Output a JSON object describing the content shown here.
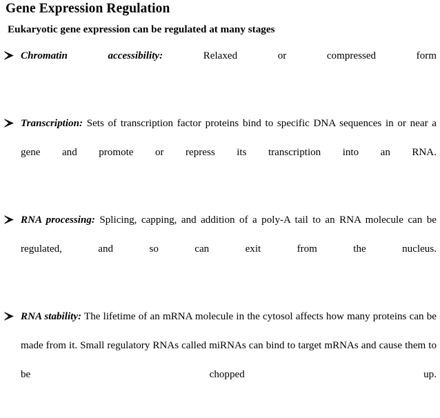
{
  "slide": {
    "title": "Gene Expression Regulation",
    "subtitle": "Eukaryotic gene expression can be regulated at many stages",
    "bullet_glyph": "arrow-head-right",
    "text_color": "#000000",
    "background_color": "#ffffff",
    "bullets": [
      {
        "lead_in": "Chromatin accessibility:",
        "text": " Relaxed or compressed form"
      },
      {
        "lead_in": "Transcription:",
        "text": " Sets of transcription factor proteins bind to specific DNA sequences in or near a gene and promote or repress its transcription into an RNA."
      },
      {
        "lead_in": "RNA processing:",
        "text": " Splicing, capping, and addition of a poly-A tail to an RNA molecule can be regulated, and so can exit from the nucleus."
      },
      {
        "lead_in": "RNA stability:",
        "text": " The lifetime of an mRNA molecule in the cytosol affects how many proteins can be made from it. Small regulatory RNAs called miRNAs can bind to target mRNAs and cause them to be chopped up."
      }
    ]
  }
}
